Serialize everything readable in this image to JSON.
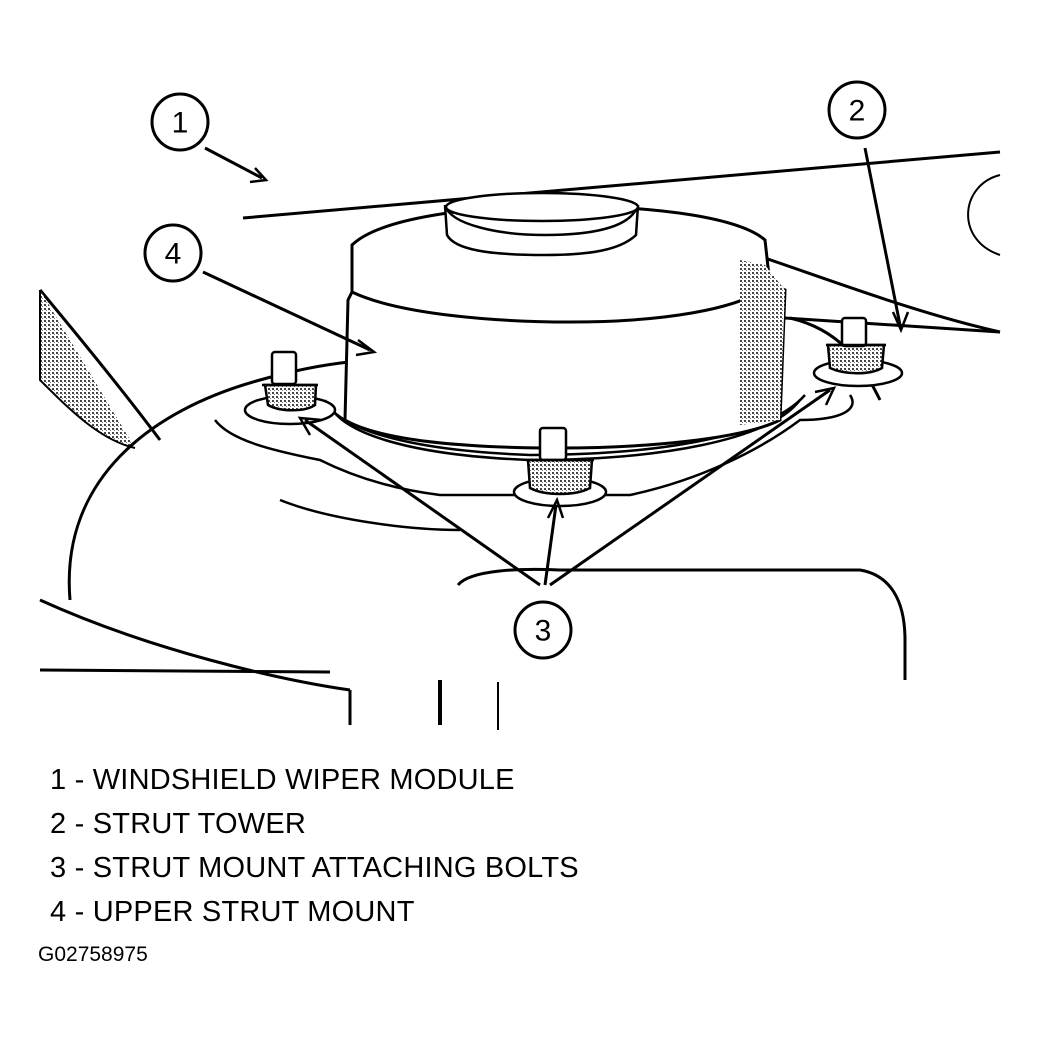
{
  "callouts": [
    {
      "number": "1"
    },
    {
      "number": "2"
    },
    {
      "number": "3"
    },
    {
      "number": "4"
    }
  ],
  "legend": [
    {
      "number": "1",
      "separator": "-",
      "label": "WINDSHIELD WIPER MODULE"
    },
    {
      "number": "2",
      "separator": "-",
      "label": "STRUT TOWER"
    },
    {
      "number": "3",
      "separator": "-",
      "label": "STRUT MOUNT ATTACHING BOLTS"
    },
    {
      "number": "4",
      "separator": "-",
      "label": "UPPER STRUT MOUNT"
    }
  ],
  "figure_id": "G02758975"
}
